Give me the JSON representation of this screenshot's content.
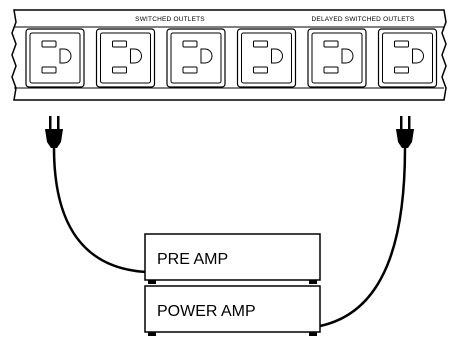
{
  "strip": {
    "switched_label": "SWITCHED OUTLETS",
    "delayed_label": "DELAYED SWITCHED OUTLETS",
    "outlets": [
      {
        "name": "outlet-1",
        "group": "switched"
      },
      {
        "name": "outlet-2",
        "group": "switched"
      },
      {
        "name": "outlet-3",
        "group": "switched"
      },
      {
        "name": "outlet-4",
        "group": "switched"
      },
      {
        "name": "outlet-5",
        "group": "delayed"
      },
      {
        "name": "outlet-6",
        "group": "delayed"
      }
    ]
  },
  "devices": {
    "pre_amp": "PRE AMP",
    "power_amp": "POWER AMP"
  },
  "colors": {
    "line": "#000000",
    "background": "#ffffff"
  }
}
